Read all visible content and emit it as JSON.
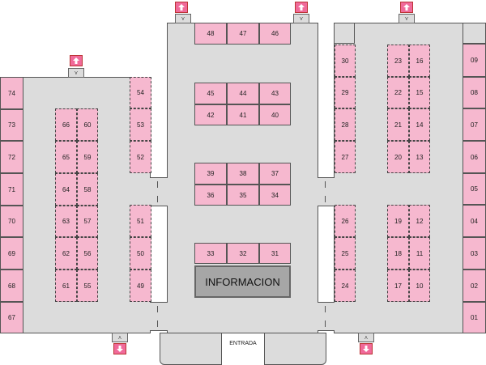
{
  "info_label": "INFORMACION",
  "entrance_label": "ENTRADA",
  "stand_labels": {
    "s48": "48",
    "s47": "47",
    "s46": "46",
    "s45": "45",
    "s44": "44",
    "s43": "43",
    "s42": "42",
    "s41": "41",
    "s40": "40",
    "s39": "39",
    "s38": "38",
    "s37": "37",
    "s36": "36",
    "s35": "35",
    "s34": "34",
    "s33": "33",
    "s32": "32",
    "s31": "31",
    "s74": "74",
    "s73": "73",
    "s72": "72",
    "s71": "71",
    "s70": "70",
    "s69": "69",
    "s68": "68",
    "s67": "67",
    "s66": "66",
    "s60": "60",
    "s65": "65",
    "s59": "59",
    "s64": "64",
    "s58": "58",
    "s63": "63",
    "s57": "57",
    "s62": "62",
    "s56": "56",
    "s61": "61",
    "s55": "55",
    "s54": "54",
    "s53": "53",
    "s52": "52",
    "s51": "51",
    "s50": "50",
    "s49": "49",
    "s30": "30",
    "s29": "29",
    "s28": "28",
    "s27": "27",
    "s26": "26",
    "s25": "25",
    "s24": "24",
    "s23": "23",
    "s16": "16",
    "s22": "22",
    "s15": "15",
    "s21": "21",
    "s14": "14",
    "s20": "20",
    "s13": "13",
    "s19": "19",
    "s12": "12",
    "s18": "18",
    "s11": "11",
    "s17": "17",
    "s10": "10",
    "s09": "09",
    "s08": "08",
    "s07": "07",
    "s06": "06",
    "s05": "05",
    "s04": "04",
    "s03": "03",
    "s02": "02",
    "s01": "01"
  },
  "colors": {
    "stand": "#f6b8cf",
    "hall": "#dcdcdc",
    "exit": "#f06a9a",
    "info": "#a6a6a6"
  }
}
